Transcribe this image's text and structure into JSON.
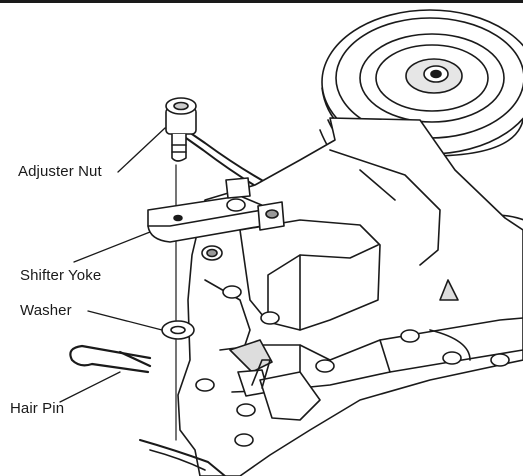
{
  "figure": {
    "labels": {
      "adjuster_nut": "Adjuster Nut",
      "shifter_yoke": "Shifter Yoke",
      "washer": "Washer",
      "hair_pin": "Hair Pin"
    },
    "colors": {
      "ink": "#1a1a1a",
      "paper": "#ffffff",
      "shade": "#d9d9d9"
    }
  }
}
